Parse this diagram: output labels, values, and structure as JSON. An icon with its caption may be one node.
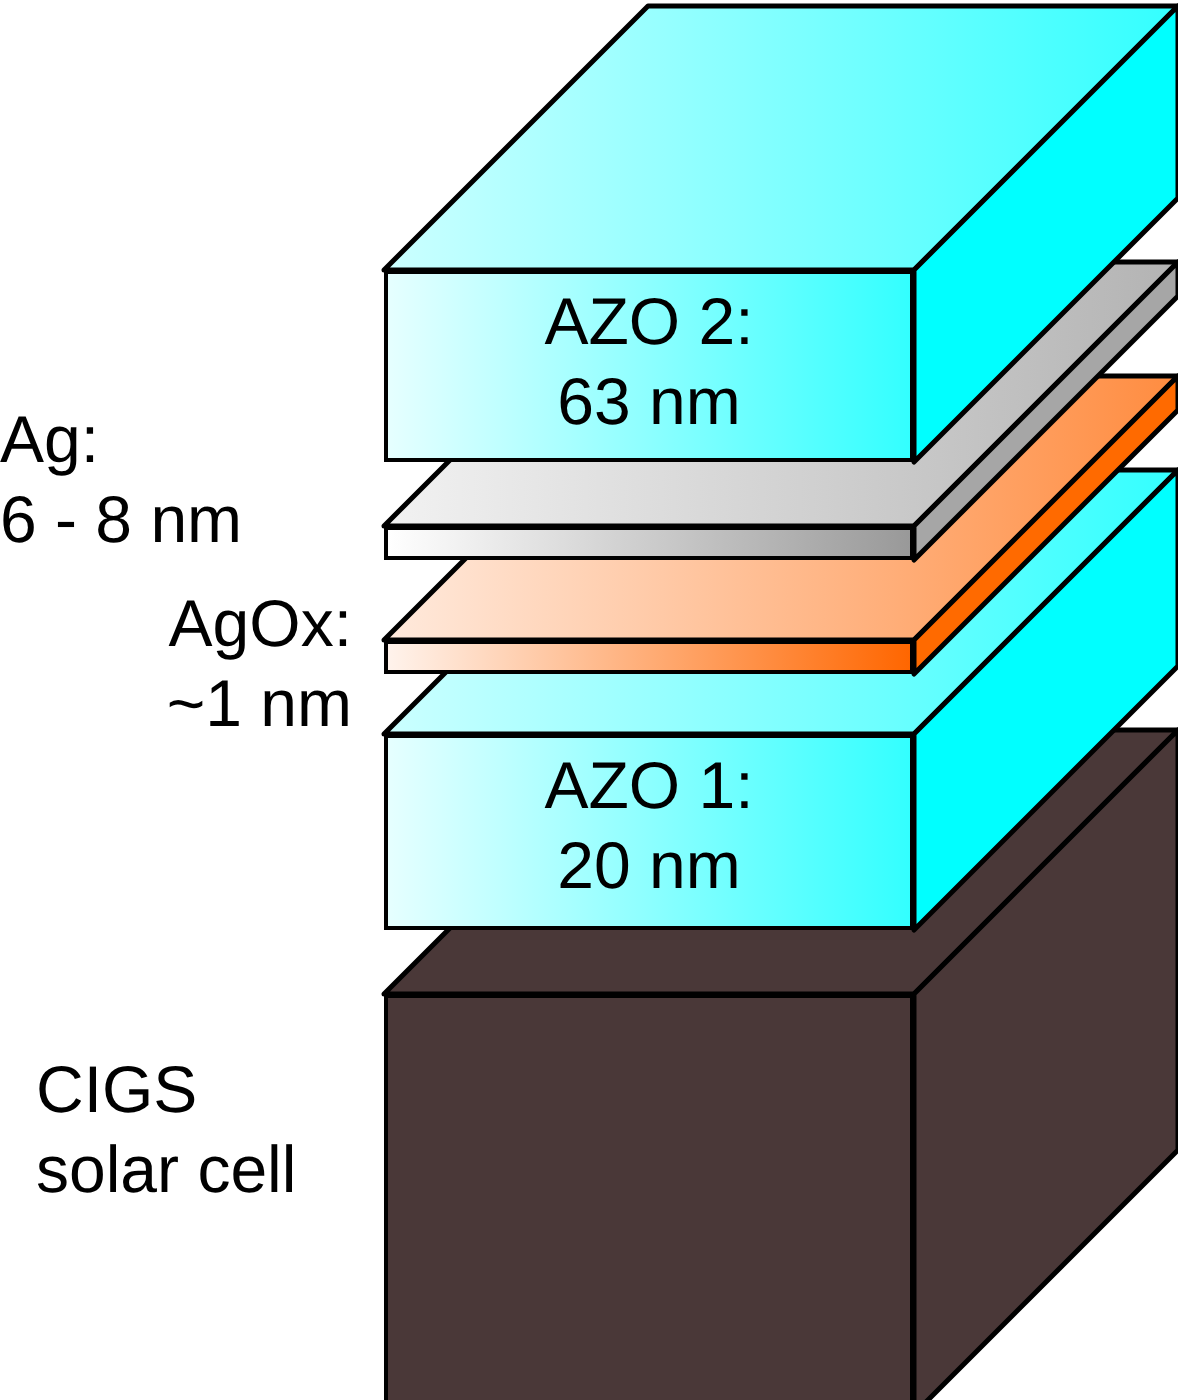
{
  "diagram": {
    "nodes": [
      {
        "text": [
          "AZO 2: 63 nm"
        ]
      },
      {
        "text": [],
        "shape": "box",
        "beside": [
          "Ag: 6 - 8 nm"
        ]
      },
      {
        "text": [],
        "shape": "box",
        "beside": [
          "AgOx: ~1 nm"
        ]
      },
      {
        "text": [
          "AZO 1: 20 nm"
        ]
      },
      {
        "text": [],
        "shape": "box",
        "beside": [
          "CIGS solar cell"
        ]
      }
    ]
  }
}
